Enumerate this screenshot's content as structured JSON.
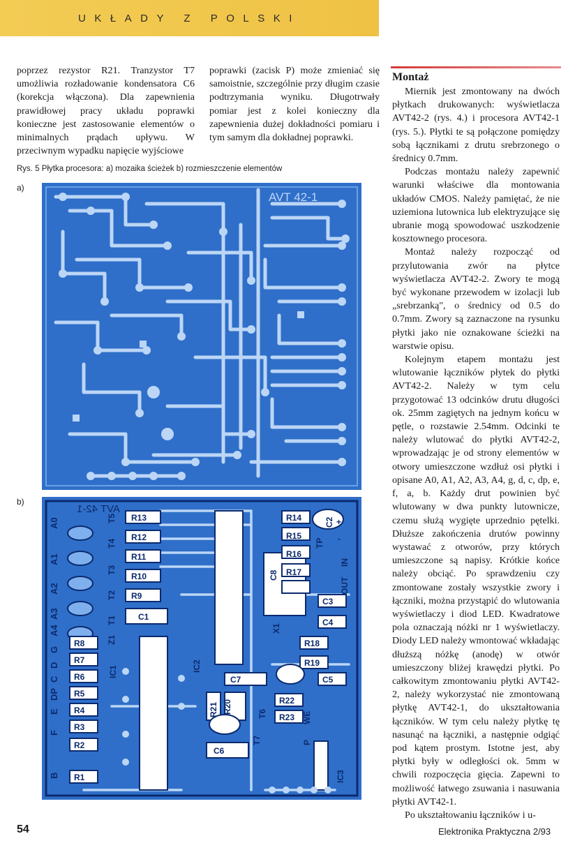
{
  "header": {
    "text": "UKŁADY Z POLSKI"
  },
  "column1": {
    "text": "poprzez rezystor R21. Tranzystor T7 umożliwia rozładowanie kondensatora C6 (korekcja włączona). Dla zapewnienia prawidłowej pracy układu poprawki konieczne jest zastosowanie elementów o minimalnych prądach upływu. W przeciwnym wypadku napięcie wyjściowe"
  },
  "column2": {
    "text": "poprawki (zacisk P) może zmieniać się samoistnie, szczególnie przy długim czasie podtrzymania wyniku. Długotrwały pomiar jest z kolei konieczny dla zapewnienia dużej dokładności pomiaru i tym samym dla dokładnej poprawki."
  },
  "figure": {
    "caption": "Rys. 5 Płytka procesora: a) mozaika ścieżek b) rozmieszczenie elementów",
    "label_a": "a)",
    "label_b": "b)",
    "board_a_title": "AVT 42-1",
    "board_b_title": "AVT 42-1",
    "components": {
      "R13": "R13",
      "R12": "R12",
      "R11": "R11",
      "R10": "R10",
      "R9": "R9",
      "T5": "T5",
      "T4": "T4",
      "T3": "T3",
      "T2": "T2",
      "T1": "T1",
      "C1": "C1",
      "Z1": "Z1",
      "IC1": "IC1",
      "IC2": "IC2",
      "IC3": "IC3",
      "C2": "C2",
      "C3": "C3",
      "C4": "C4",
      "C5": "C5",
      "C6": "C6",
      "C7": "C7",
      "C8": "C8",
      "R14": "R14",
      "R15": "R15",
      "R16": "R16",
      "R17": "R17",
      "R18": "R18",
      "R19": "R19",
      "R20": "R20",
      "R21": "R21",
      "R22": "R22",
      "R23": "R23",
      "R1": "R1",
      "R2": "R2",
      "R3": "R3",
      "R4": "R4",
      "R5": "R5",
      "R6": "R6",
      "R7": "R7",
      "R8": "R8",
      "X1": "X1",
      "T6": "T6",
      "T7": "T7",
      "TP": "TP",
      "WE": "WE",
      "P": "P",
      "A0": "A0",
      "A1": "A1",
      "A2": "A2",
      "A3": "A3",
      "A4": "A4",
      "G": "G",
      "D": "D",
      "C": "C",
      "DP": "DP",
      "E": "E",
      "F": "F",
      "B": "B",
      "plus": "+",
      "minus": "-",
      "IN": "IN",
      "OUT": "OUT"
    }
  },
  "section": {
    "title": "Montaż",
    "paragraphs": [
      "Miernik jest zmontowany na dwóch płytkach drukowanych: wyświetlacza AVT42-2 (rys. 4.) i procesora AVT42-1 (rys. 5.). Płytki te są połączone pomiędzy sobą łącznikami z drutu srebrzonego o średnicy 0.7mm.",
      "Podczas montażu należy zapewnić warunki właściwe dla montowania układów CMOS. Należy pamiętać, że nie uziemiona lutownica lub elektryzujące się ubranie mogą spowodować uszkodzenie kosztownego procesora.",
      "Montaż należy rozpocząć od przylutowania zwór na płytce wyświetlacza AVT42-2. Zwory te mogą być wykonane przewodem w izolacji lub „srebrzanką\", o średnicy od 0.5 do 0.7mm. Zwory są zaznaczone na rysunku płytki jako nie oznakowane ścieżki na warstwie opisu.",
      "Kolejnym etapem montażu jest wlutowanie łączników płytek do płytki AVT42-2. Należy w tym celu przygotować 13 odcinków drutu długości ok. 25mm zagiętych na jednym końcu w pętle, o rozstawie 2.54mm. Odcinki te należy wlutować do płytki AVT42-2, wprowadzając je od strony elementów w otwory umieszczone wzdłuż osi płytki i opisane A0, A1, A2, A3, A4, g, d, c, dp, e, f, a, b. Każdy drut powinien być wlutowany w dwa punkty lutownicze, czemu służą wygięte uprzednio pętelki. Dłuższe zakończenia drutów powinny wystawać z otworów, przy których umieszczone są napisy. Krótkie końce należy obciąć. Po sprawdzeniu czy zmontowane zostały wszystkie zwory i łączniki, można przystąpić do wlutowania wyświetlaczy i diod LED. Kwadratowe pola oznaczają nóżki nr 1 wyświetlaczy. Diody LED należy wmontować wkładając dłuższą nóżkę (anodę) w otwór umieszczony bliżej krawędzi płytki. Po całkowitym zmontowaniu płytki AVT42-2, należy wykorzystać nie zmontowaną płytkę AVT42-1, do ukształtowania łączników. W tym celu należy płytkę tę nasunąć na łączniki, a następnie odgiąć pod kątem prostym. Istotne jest, aby płytki były w odległości ok. 5mm w chwili rozpoczęcia gięcia. Zapewni to możliwość łatwego zsuwania i nasuwania płytki AVT42-1.",
      "Po ukształtowaniu łączników i u-"
    ]
  },
  "footer": {
    "page_number": "54",
    "magazine": "Elektronika Praktyczna 2/93"
  },
  "colors": {
    "header_bg": "#f2c94a",
    "pcb_blue": "#2f6fc9",
    "pcb_dark": "#0b2a6e",
    "rule_red": "#d43a3a"
  }
}
